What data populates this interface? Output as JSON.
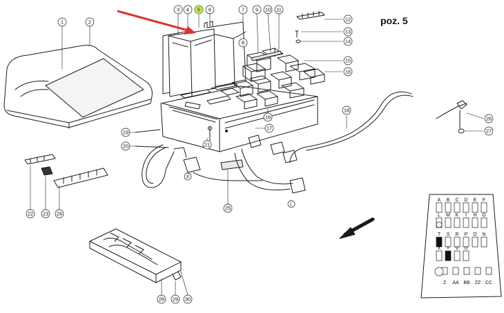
{
  "title": "poz. 5",
  "callouts": [
    {
      "n": "1"
    },
    {
      "n": "2"
    },
    {
      "n": "3"
    },
    {
      "n": "4"
    },
    {
      "n": "5",
      "highlight": true
    },
    {
      "n": "6"
    },
    {
      "n": "7"
    },
    {
      "n": "8"
    },
    {
      "n": "9"
    },
    {
      "n": "10"
    },
    {
      "n": "11"
    },
    {
      "n": "12"
    },
    {
      "n": "13"
    },
    {
      "n": "14"
    },
    {
      "n": "15"
    },
    {
      "n": "16"
    },
    {
      "n": "16"
    },
    {
      "n": "17"
    },
    {
      "n": "18"
    },
    {
      "n": "19"
    },
    {
      "n": "20"
    },
    {
      "n": "21"
    },
    {
      "n": "22"
    },
    {
      "n": "23"
    },
    {
      "n": "24"
    },
    {
      "n": "25"
    },
    {
      "n": "26"
    },
    {
      "n": "27"
    },
    {
      "n": "28"
    },
    {
      "n": "29"
    },
    {
      "n": "30"
    }
  ],
  "connector_labels": [
    "X",
    "L"
  ],
  "fuse_panel": {
    "row1": [
      "A",
      "B",
      "C",
      "D",
      "E",
      "F"
    ],
    "row2": [
      "L",
      "M",
      "K",
      "I",
      "H",
      "G"
    ],
    "row3": [
      "T",
      "S",
      "R",
      "P",
      "O",
      "N"
    ],
    "row4": [
      "X",
      "Y",
      "V",
      "U"
    ],
    "row5": [
      "Z",
      "AA",
      "BB",
      "ZZ",
      "CC"
    ]
  },
  "colors": {
    "line": "#1a1a1a",
    "arrow": "#e0312b",
    "highlight_ring": "#8bbf3a",
    "highlight_fill": "#c9e26e"
  }
}
